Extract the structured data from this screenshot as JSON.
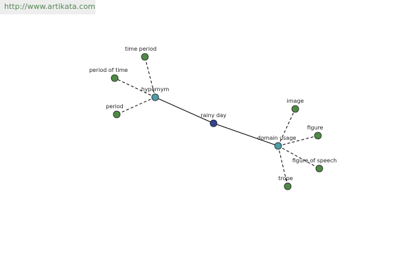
{
  "source": {
    "url": "http://www.artikata.com"
  },
  "colors": {
    "center_node": "#33418f",
    "relation_node": "#4f9da5",
    "leaf_node": "#4f8a45"
  },
  "graph": {
    "nodes": [
      {
        "id": "rainy-day",
        "label": "rainy day",
        "kind": "center"
      },
      {
        "id": "hypernym",
        "label": "hypernym",
        "kind": "relation"
      },
      {
        "id": "domain-usage",
        "label": "domain usage",
        "kind": "relation"
      },
      {
        "id": "time-period",
        "label": "time period",
        "kind": "leaf"
      },
      {
        "id": "period-of-time",
        "label": "period of time",
        "kind": "leaf"
      },
      {
        "id": "period",
        "label": "period",
        "kind": "leaf"
      },
      {
        "id": "image",
        "label": "image",
        "kind": "leaf"
      },
      {
        "id": "figure",
        "label": "figure",
        "kind": "leaf"
      },
      {
        "id": "figure-of-speech",
        "label": "figure of speech",
        "kind": "leaf"
      },
      {
        "id": "trope",
        "label": "trope",
        "kind": "leaf"
      }
    ],
    "edges": [
      {
        "from": "hypernym",
        "to": "rainy-day",
        "style": "solid"
      },
      {
        "from": "rainy-day",
        "to": "domain-usage",
        "style": "solid"
      },
      {
        "from": "hypernym",
        "to": "time-period",
        "style": "dashed"
      },
      {
        "from": "hypernym",
        "to": "period-of-time",
        "style": "dashed"
      },
      {
        "from": "hypernym",
        "to": "period",
        "style": "dashed"
      },
      {
        "from": "domain-usage",
        "to": "image",
        "style": "dashed"
      },
      {
        "from": "domain-usage",
        "to": "figure",
        "style": "dashed"
      },
      {
        "from": "domain-usage",
        "to": "figure-of-speech",
        "style": "dashed"
      },
      {
        "from": "domain-usage",
        "to": "trope",
        "style": "dashed"
      }
    ]
  }
}
